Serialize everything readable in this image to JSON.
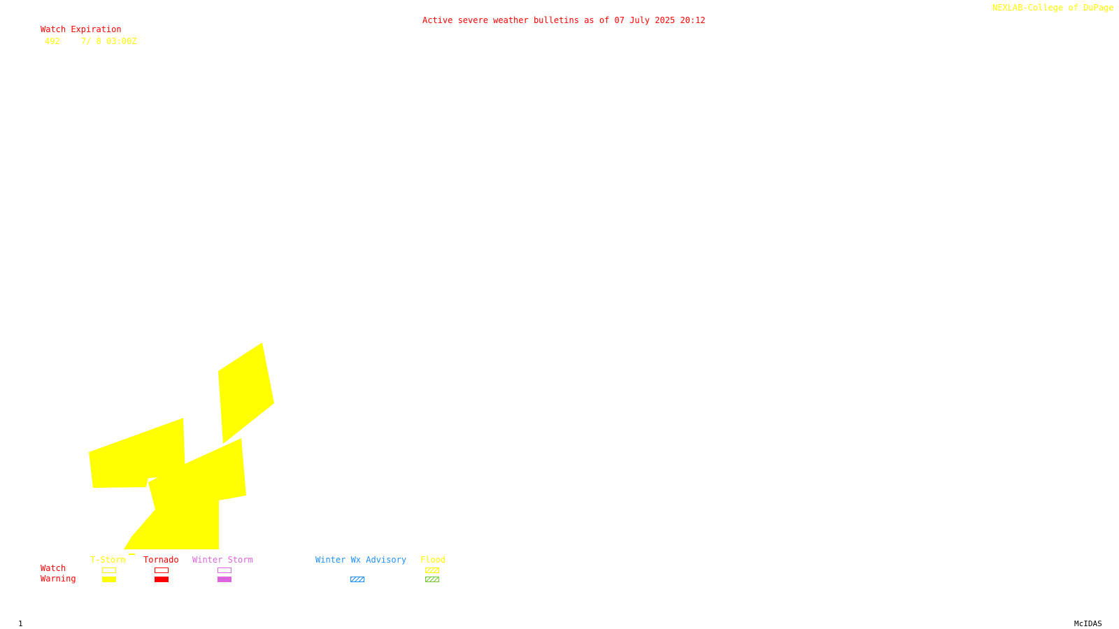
{
  "header": {
    "title": "Active severe weather bulletins as of 07 July 2025 20:12",
    "credit": "NEXLAB-College of DuPage R"
  },
  "watch_table": {
    "heading": "Watch Expiration",
    "rows": [
      {
        "number": "492",
        "expiration": "7/ 8 03:00Z"
      }
    ]
  },
  "map": {
    "areas": [
      {
        "type": "T-Storm Warning",
        "color": "#ffff00"
      },
      {
        "type": "T-Storm Warning",
        "color": "#ffff00"
      },
      {
        "type": "T-Storm Warning",
        "color": "#ffff00"
      }
    ]
  },
  "legend": {
    "row_labels": {
      "watch": "Watch",
      "warning": "Warning"
    },
    "categories": [
      {
        "label": "T-Storm",
        "color": "#ffff00"
      },
      {
        "label": "Tornado",
        "color": "#ff0000"
      },
      {
        "label": "Winter Storm",
        "color": "#dd66dd"
      },
      {
        "label": "Winter Wx Advisory",
        "color": "#1e90ff"
      },
      {
        "label": "Flood",
        "color": "#ffff00",
        "warning_color": "#77cc33"
      }
    ]
  },
  "footer": {
    "frame": "1",
    "software": "McIDAS"
  }
}
